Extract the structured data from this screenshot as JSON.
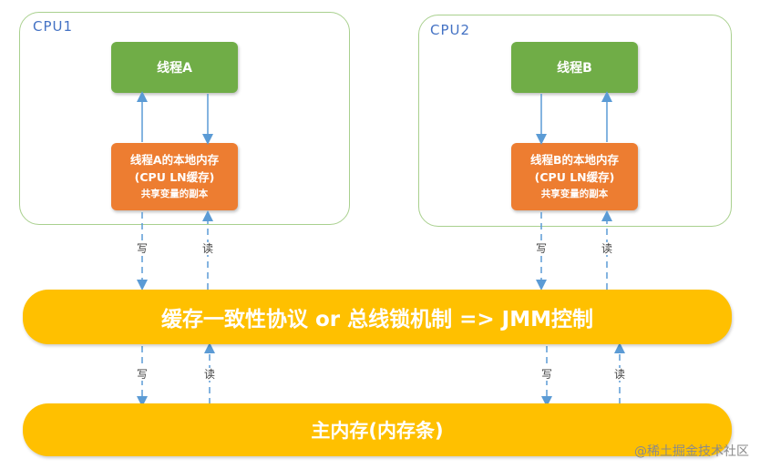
{
  "cpu1": {
    "label": "CPU1",
    "thread": "线程A",
    "local_memory": [
      "线程A的本地内存",
      "(CPU LN缓存)",
      "共享变量的副本"
    ]
  },
  "cpu2": {
    "label": "CPU2",
    "thread": "线程B",
    "local_memory": [
      "线程B的本地内存",
      "(CPU LN缓存)",
      "共享变量的副本"
    ]
  },
  "labels": {
    "write": "写",
    "read": "读"
  },
  "protocol_bar": "缓存一致性协议 or 总线锁机制 => JMM控制",
  "main_memory_bar": "主内存(内存条)",
  "watermark": "@稀土掘金技术社区",
  "colors": {
    "cpu_border": "#a9d08e",
    "cpu_label": "#4472c4",
    "thread": "#70ad47",
    "local_memory": "#ed7d31",
    "bar": "#ffc000",
    "arrow": "#5b9bd5"
  }
}
